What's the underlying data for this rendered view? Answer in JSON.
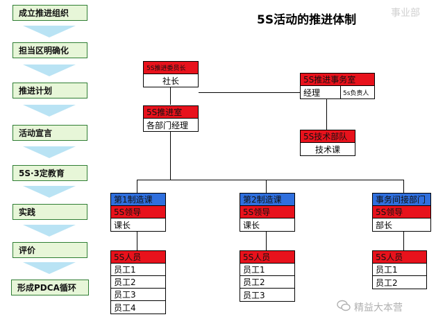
{
  "title": "5S活动的推进体制",
  "watermark_top": "事业部",
  "watermark_bottom": "精益大本营",
  "steps": [
    "成立推进组织",
    "担当区明确化",
    "推进计划",
    "活动宣言",
    "5S·3定教育",
    "实践",
    "评价",
    "形成PDCA循环"
  ],
  "org": {
    "committee": {
      "header": "5S推进委员长",
      "role": "社长"
    },
    "office": {
      "header": "5S推进事务室",
      "role": "经理",
      "note": "5s负责人"
    },
    "room": {
      "header": "5S推进室",
      "role": "各部门经理"
    },
    "tech": {
      "header": "5S技术部队",
      "role": "技术课"
    },
    "divisions": [
      {
        "name": "第1制造课",
        "lead": "5S领导",
        "role": "课长",
        "staff_header": "5S人员",
        "staff": [
          "员工1",
          "员工2",
          "员工3",
          "员工4"
        ]
      },
      {
        "name": "第2制造课",
        "lead": "5S领导",
        "role": "课长",
        "staff_header": "5S人员",
        "staff": [
          "员工1",
          "员工2",
          "员工3"
        ]
      },
      {
        "name": "事务间接部门",
        "lead": "5S领导",
        "role": "部长",
        "staff_header": "5S人员",
        "staff": [
          "员工1",
          "员工2"
        ]
      }
    ]
  },
  "colors": {
    "step_border": "#2e7d32",
    "step_fill": "#e7f6d8",
    "arrow": "#b9e3f4",
    "red": "#e8121c",
    "blue": "#2f6fde"
  }
}
